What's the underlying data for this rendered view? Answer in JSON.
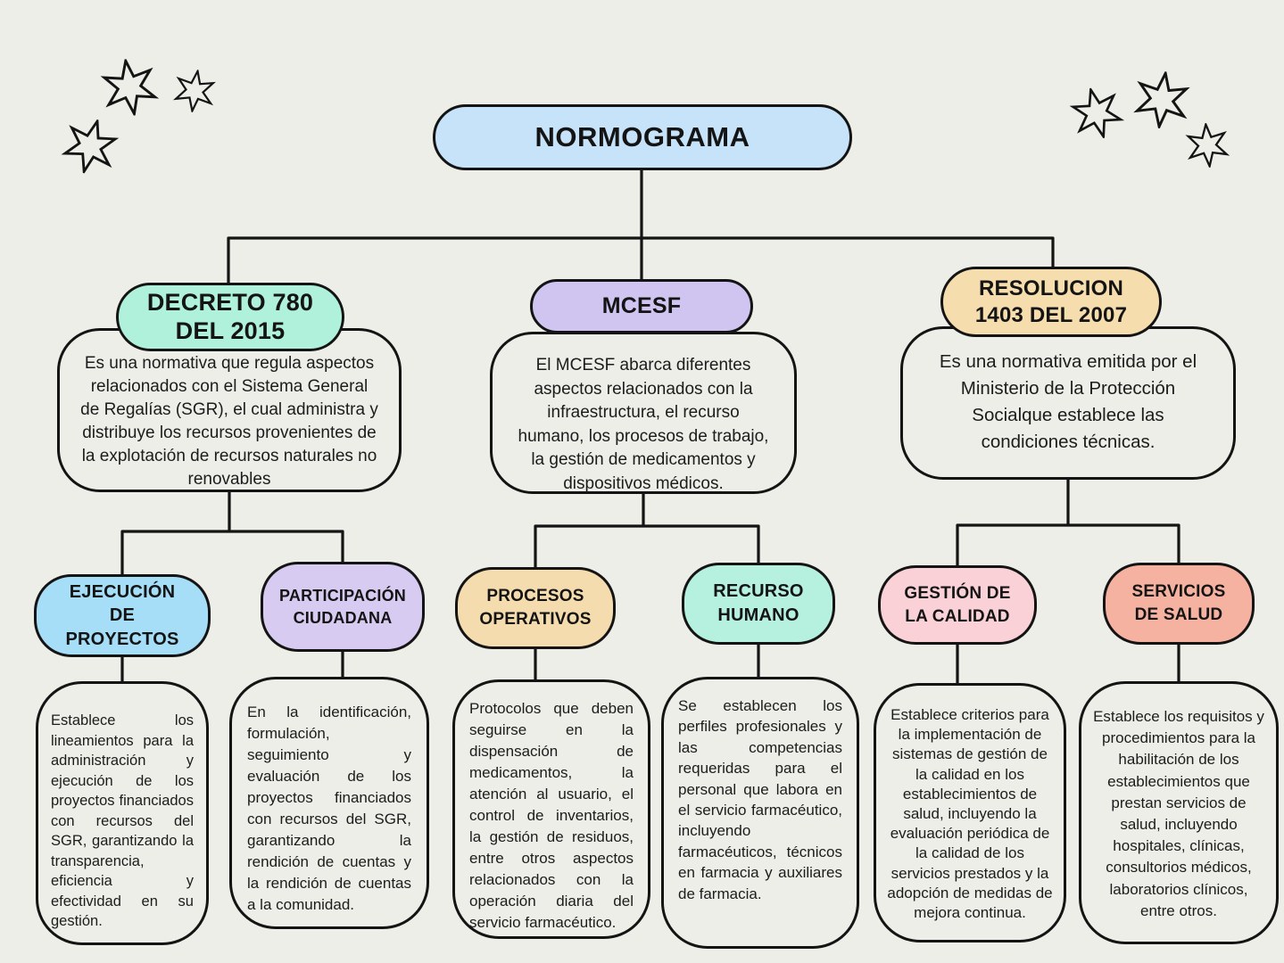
{
  "page": {
    "background": "#edeee8",
    "line_color": "#141414",
    "border_color": "#141414"
  },
  "title": {
    "label": "NORMOGRAMA",
    "color": "#c6e3fa"
  },
  "branches": [
    {
      "label": "DECRETO 780 DEL 2015",
      "color": "#aff1db",
      "description": "Es una normativa que regula aspectos relacionados con el Sistema General de Regalías (SGR), el cual administra y distribuye los recursos provenientes de la explotación de recursos naturales no renovables",
      "children": [
        {
          "label": "EJECUCIÓN DE PROYECTOS",
          "color": "#a6def8",
          "description": "Establece los lineamientos para la administración y ejecución de los proyectos financiados con recursos del SGR, garantizando la transparencia, eficiencia y efectividad en su gestión."
        },
        {
          "label": "PARTICIPACIÓN CIUDADANA",
          "color": "#d8cbf2",
          "description": "En la identificación, formulación, seguimiento y evaluación de los proyectos financiados con recursos del SGR, garantizando la rendición de cuentas y la rendición de cuentas a la comunidad."
        }
      ]
    },
    {
      "label": "MCESF",
      "color": "#cfc5f0",
      "description": "El MCESF abarca diferentes aspectos relacionados con la infraestructura, el recurso humano, los procesos de trabajo, la gestión de medicamentos y dispositivos médicos.",
      "children": [
        {
          "label": "PROCESOS OPERATIVOS",
          "color": "#f5dcae",
          "description": "Protocolos que deben seguirse en la dispensación de medicamentos, la atención al usuario, el control de inventarios, la gestión de residuos, entre otros aspectos relacionados con la operación diaria del servicio farmacéutico."
        },
        {
          "label": "RECURSO HUMANO",
          "color": "#b6f0df",
          "description": "Se establecen los perfiles profesionales y las competencias requeridas para el personal que labora en el servicio farmacéutico, incluyendo farmacéuticos, técnicos en farmacia y auxiliares de farmacia."
        }
      ]
    },
    {
      "label": "RESOLUCION 1403 DEL 2007",
      "color": "#f5ddae",
      "description": "Es una normativa emitida por el Ministerio de la Protección Socialque establece las condiciones técnicas.",
      "children": [
        {
          "label": "GESTIÓN DE LA CALIDAD",
          "color": "#f9d1d7",
          "description": "Establece criterios para la implementación de sistemas de gestión de la calidad en los establecimientos de salud, incluyendo la evaluación periódica de la calidad de los servicios prestados y la adopción de medidas de mejora continua."
        },
        {
          "label": "SERVICIOS DE SALUD",
          "color": "#f6b2a0",
          "description": "Establece los requisitos y procedimientos para la habilitación de los establecimientos que prestan servicios de salud, incluyendo hospitales, clínicas, consultorios médicos, laboratorios clínicos, entre otros."
        }
      ]
    }
  ]
}
